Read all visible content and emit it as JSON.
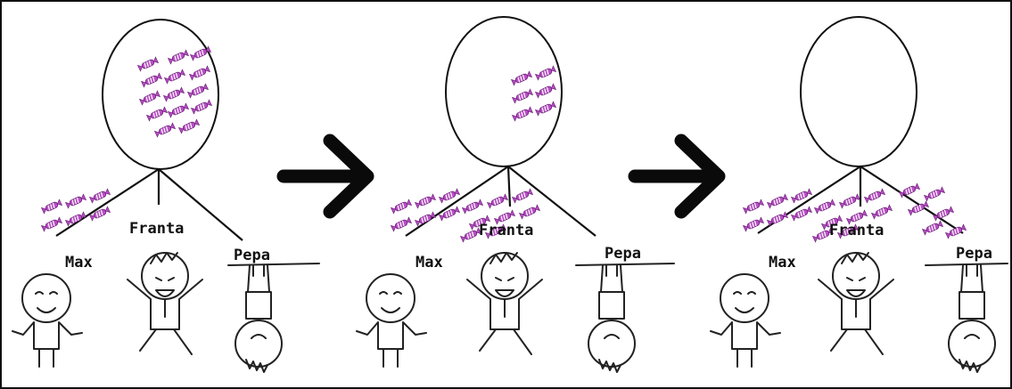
{
  "colors": {
    "candy": "#b84fc4",
    "candy_dark": "#6d1f7a",
    "ink": "#111111",
    "background": "#ffffff"
  },
  "names": {
    "max": "Max",
    "franta": "Franta",
    "pepa": "Pepa"
  },
  "panels": [
    {
      "bag_candies": 14,
      "max_candies": 6,
      "franta_candies": 0,
      "pepa_candies": 0
    },
    {
      "bag_candies": 6,
      "max_candies": 6,
      "franta_candies": 8,
      "pepa_candies": 0
    },
    {
      "bag_candies": 0,
      "max_candies": 6,
      "franta_candies": 8,
      "pepa_candies": 6
    }
  ],
  "icons": [
    "candy-icon",
    "arrow-right-icon",
    "boy-icon"
  ]
}
